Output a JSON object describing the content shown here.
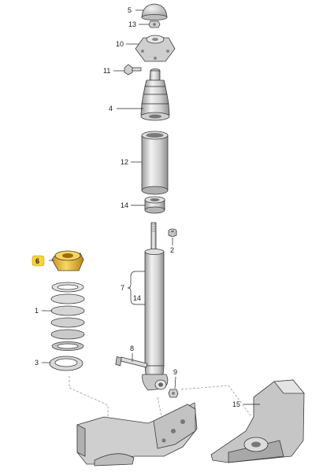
{
  "callouts": [
    {
      "id": "c5",
      "text": "5"
    },
    {
      "id": "c13",
      "text": "13"
    },
    {
      "id": "c10",
      "text": "10"
    },
    {
      "id": "c11",
      "text": "11"
    },
    {
      "id": "c4",
      "text": "4"
    },
    {
      "id": "c12",
      "text": "12"
    },
    {
      "id": "c14",
      "text": "14"
    },
    {
      "id": "c2",
      "text": "2"
    },
    {
      "id": "c6",
      "text": "6"
    },
    {
      "id": "c7",
      "text": "7"
    },
    {
      "id": "c14b",
      "text": "14"
    },
    {
      "id": "c1",
      "text": "1"
    },
    {
      "id": "c8",
      "text": "8"
    },
    {
      "id": "c3",
      "text": "3"
    },
    {
      "id": "c9",
      "text": "9"
    },
    {
      "id": "c15",
      "text": "15"
    }
  ],
  "highlight": {
    "part": "6",
    "color": "#f0c23a",
    "badge_color": "#f6d23c"
  },
  "colors": {
    "metal": "#d5d5d5",
    "metal_dark": "#a9a9a9",
    "line": "#222222"
  }
}
